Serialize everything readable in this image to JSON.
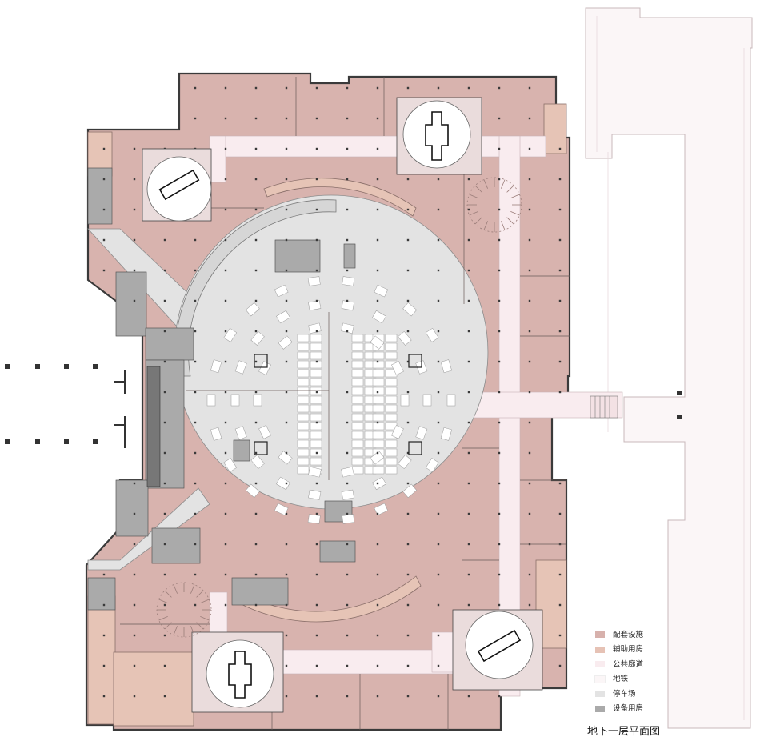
{
  "legend": {
    "items": [
      {
        "label": "配套设施",
        "color": "#d7b1ac"
      },
      {
        "label": "辅助用房",
        "color": "#e6c2b5"
      },
      {
        "label": "公共廊道",
        "color": "#f9ecef"
      },
      {
        "label": "地铁",
        "color": "#fbf6f7"
      },
      {
        "label": "停车场",
        "color": "#e3e3e3"
      },
      {
        "label": "设备用房",
        "color": "#aaaaaa"
      }
    ]
  },
  "caption": "地下一层平面图"
}
